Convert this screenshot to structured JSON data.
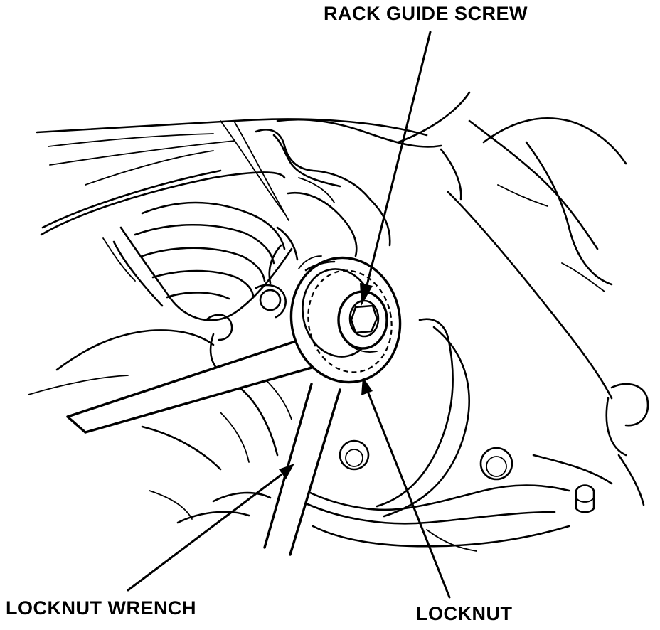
{
  "labels": {
    "rack_guide_screw": "RACK GUIDE SCREW",
    "locknut_wrench": "LOCKNUT WRENCH",
    "locknut": "LOCKNUT"
  },
  "colors": {
    "line": "#000000",
    "background": "#ffffff"
  }
}
